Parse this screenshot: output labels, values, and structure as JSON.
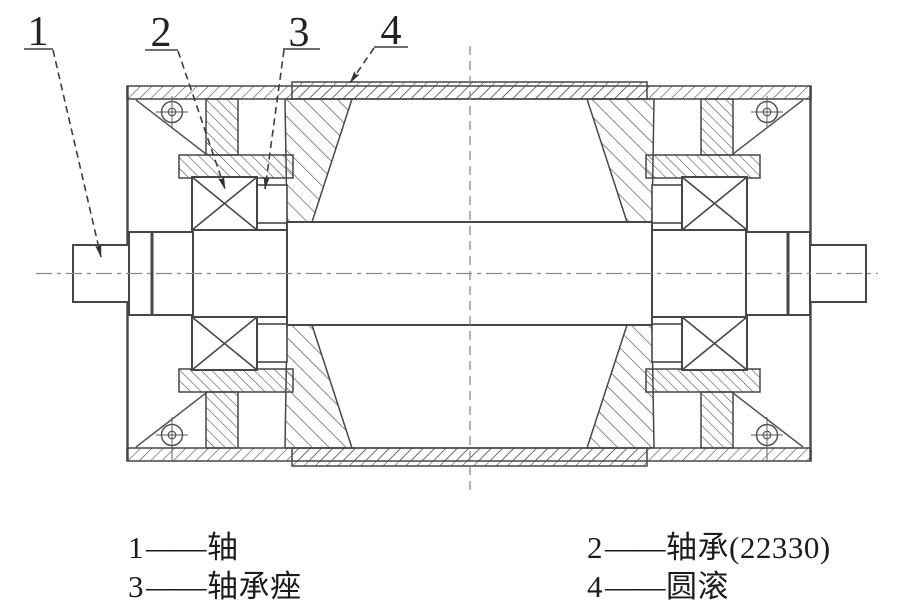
{
  "figure": {
    "callouts": [
      {
        "number": "1"
      },
      {
        "number": "2"
      },
      {
        "number": "3"
      },
      {
        "number": "4"
      }
    ],
    "legend": [
      {
        "number": "1",
        "separator": "——",
        "label": "轴"
      },
      {
        "number": "2",
        "separator": "——",
        "label": "轴承(22330)"
      },
      {
        "number": "3",
        "separator": "——",
        "label": "轴承痤"
      },
      {
        "number": "4",
        "separator": "——",
        "label": "圆滚"
      }
    ],
    "colors": {
      "line": "#474747",
      "centerline": "#8a8a8a",
      "text": "#1c1c1c",
      "background": "#ffffff"
    }
  }
}
